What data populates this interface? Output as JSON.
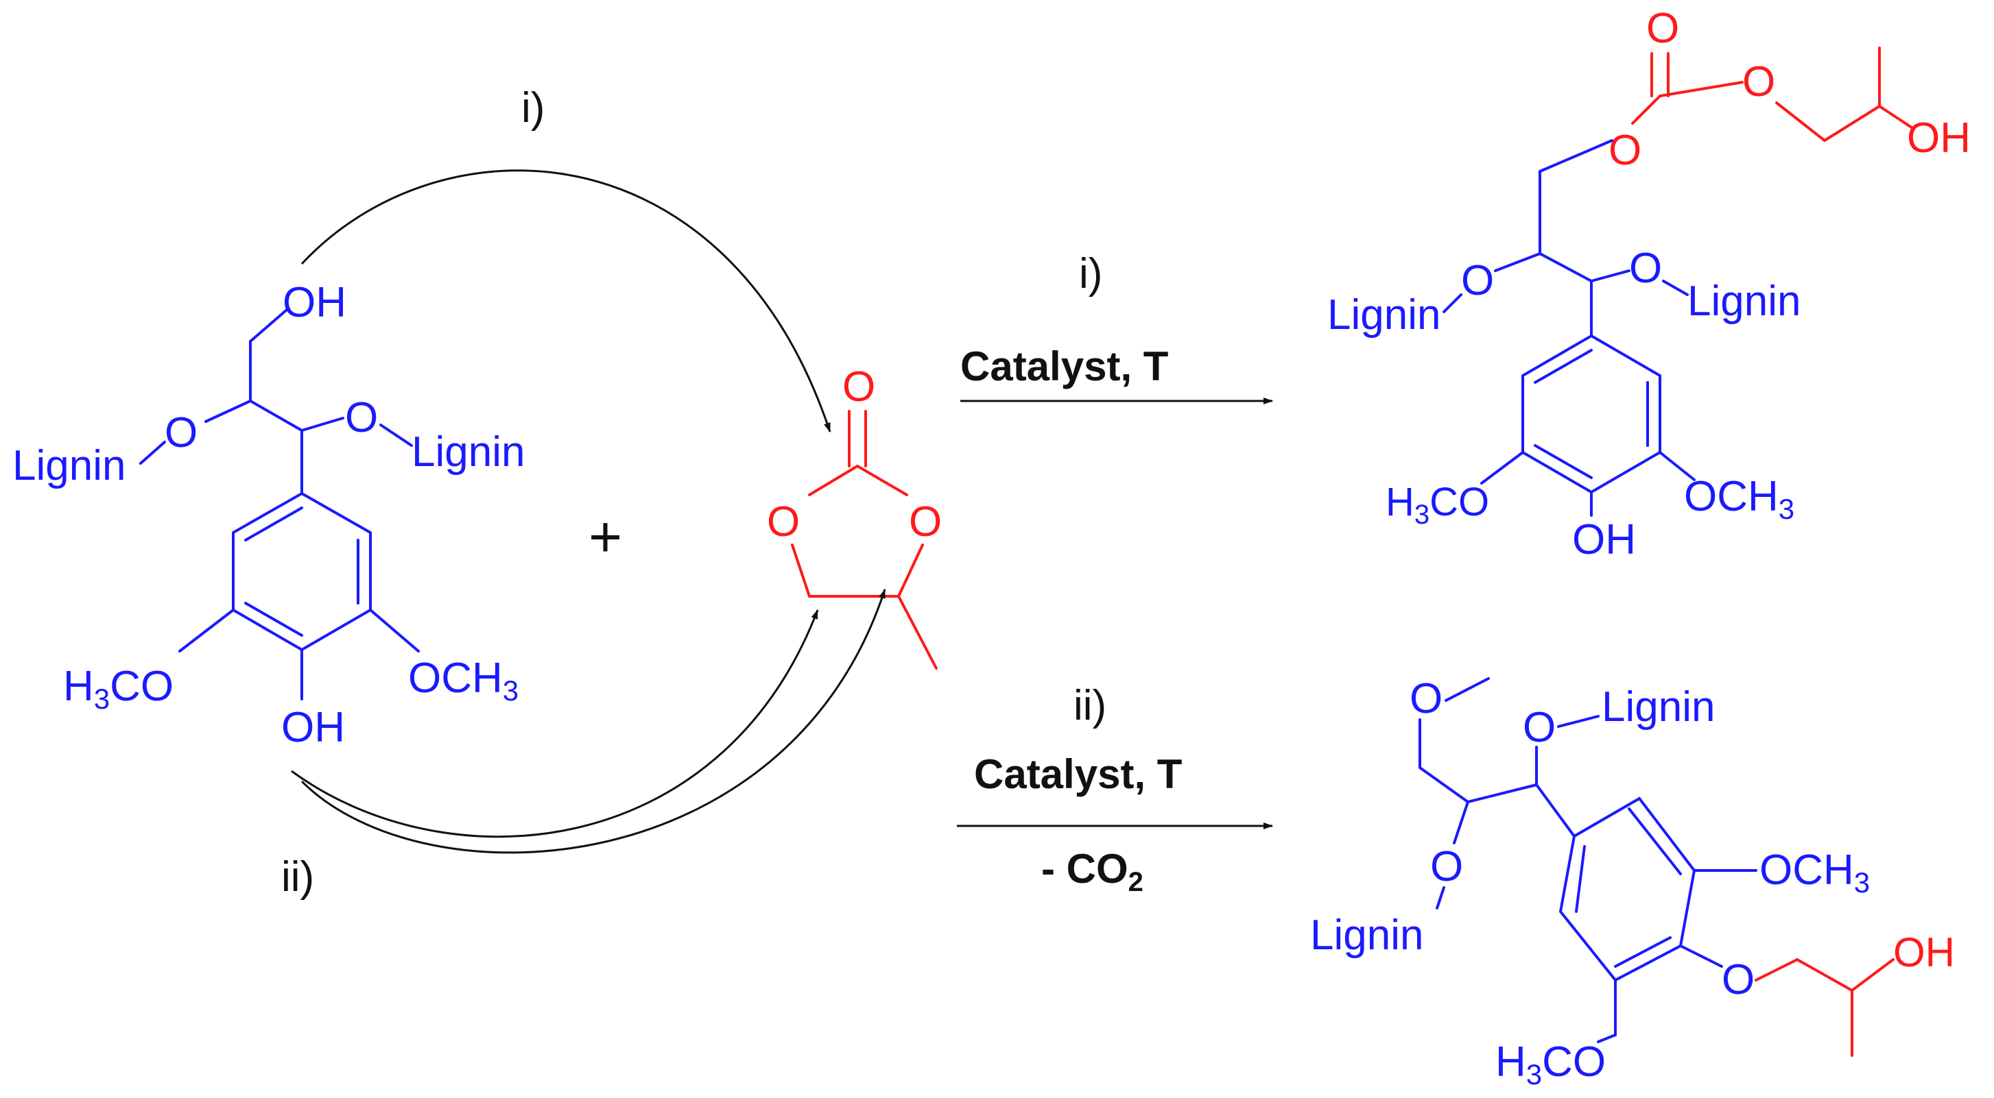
{
  "colors": {
    "lignin": "#1a1aff",
    "carbonate": "#ff1a1a",
    "arrows": "#111111"
  },
  "plus": "+",
  "route_i": {
    "label": "i)",
    "reagents": "Catalyst, T"
  },
  "route_ii": {
    "label": "ii)",
    "reagents": "Catalyst, T",
    "byproduct_prefix": "- CO",
    "byproduct_sub": "2"
  },
  "curve_labels": {
    "top": "i)",
    "bottom": "ii)"
  },
  "reactant": {
    "oh_top": "OH",
    "o_left": "O",
    "o_right": "O",
    "lignin_left": "Lignin",
    "lignin_right": "Lignin",
    "h3co": "H",
    "h3co_sub": "3",
    "h3co_rest": "CO",
    "och3": "OCH",
    "och3_sub": "3",
    "oh_bottom": "OH"
  },
  "propylene_carbonate": {
    "o_carbonyl": "O",
    "o_left": "O",
    "o_right": "O"
  },
  "product_i": {
    "o_carbonyl": "O",
    "o_ester": "O",
    "o_link": "O",
    "oh": "OH",
    "o_left": "O",
    "o_right": "O",
    "lignin_left": "Lignin",
    "lignin_right": "Lignin",
    "h3co": "H",
    "h3co_sub": "3",
    "h3co_rest": "CO",
    "och3": "OCH",
    "och3_sub": "3",
    "oh_bottom": "OH"
  },
  "product_ii": {
    "o_top": "O",
    "o_right": "O",
    "lignin_top": "Lignin",
    "o_left": "O",
    "lignin_left": "Lignin",
    "och3": "OCH",
    "och3_sub": "3",
    "o_ether": "O",
    "oh": "OH",
    "h3co": "H",
    "h3co_sub": "3",
    "h3co_rest": "CO"
  }
}
